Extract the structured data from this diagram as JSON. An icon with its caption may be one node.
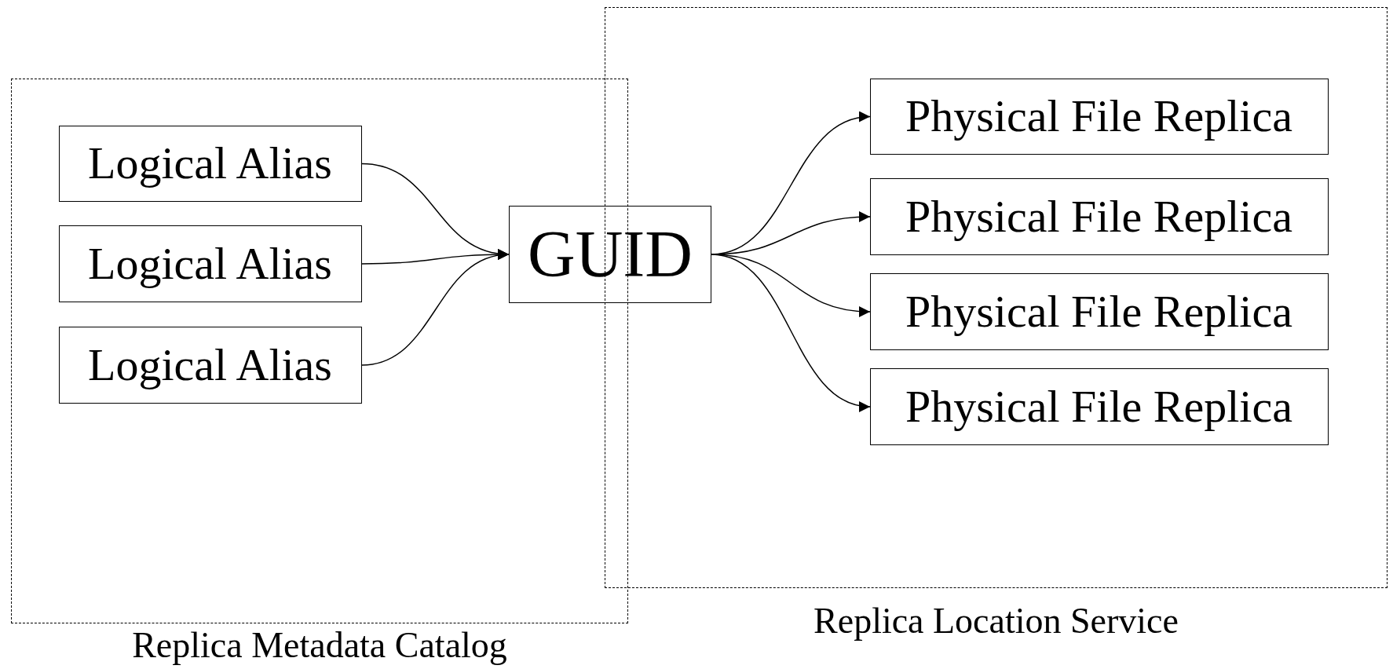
{
  "diagram": {
    "nodes": [
      {
        "text": [
          "Replica Metadata Catalog"
        ]
      },
      {
        "text": [
          "Logical Alias"
        ],
        "in": 0
      },
      {
        "text": [
          "Logical Alias"
        ],
        "in": 0
      },
      {
        "text": [
          "Logical Alias"
        ],
        "in": 0
      },
      {
        "text": [
          "GUID"
        ]
      },
      {
        "text": [
          "Replica Location Service"
        ]
      },
      {
        "text": [
          "Physical File Replica"
        ],
        "in": 5
      },
      {
        "text": [
          "Physical File Replica"
        ],
        "in": 5
      },
      {
        "text": [
          "Physical File Replica"
        ],
        "in": 5
      },
      {
        "text": [
          "Physical File Replica"
        ],
        "in": 5
      }
    ],
    "edges": [
      {
        "from": 1,
        "to": 4,
        "arrow": "to"
      },
      {
        "from": 2,
        "to": 4,
        "arrow": "to"
      },
      {
        "from": 3,
        "to": 4,
        "arrow": "to"
      },
      {
        "from": 4,
        "to": 6,
        "arrow": "to"
      },
      {
        "from": 4,
        "to": 7,
        "arrow": "to"
      },
      {
        "from": 4,
        "to": 8,
        "arrow": "to"
      },
      {
        "from": 4,
        "to": 9,
        "arrow": "to"
      }
    ]
  }
}
